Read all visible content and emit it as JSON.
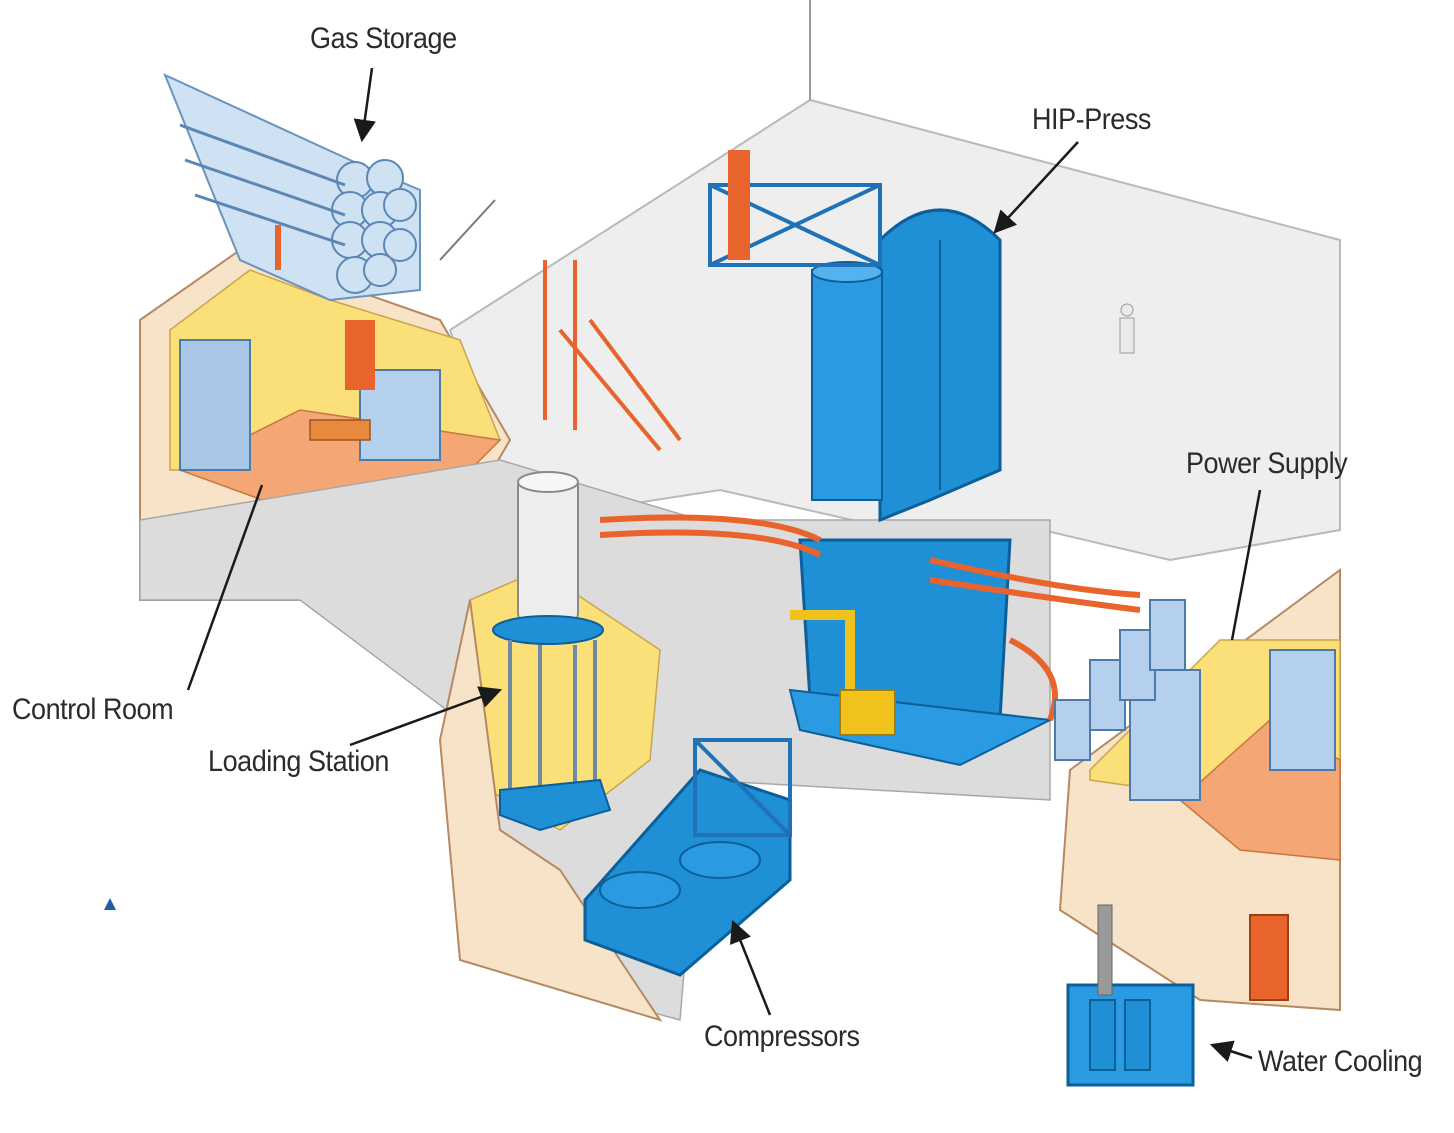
{
  "labels": {
    "gas_storage": "Gas Storage",
    "hip_press": "HIP-Press",
    "power_supply": "Power Supply",
    "control_room": "Control Room",
    "loading_station": "Loading Station",
    "compressors": "Compressors",
    "water_cooling": "Water Cooling"
  },
  "colors": {
    "equipment_blue": "#1f8fd6",
    "wall_cream": "#f6dfc2",
    "wall_yellow": "#fbe07a",
    "floor_orange": "#f4a774",
    "pipe_orange": "#e9632d",
    "floor_grey": "#d6d6d6"
  }
}
